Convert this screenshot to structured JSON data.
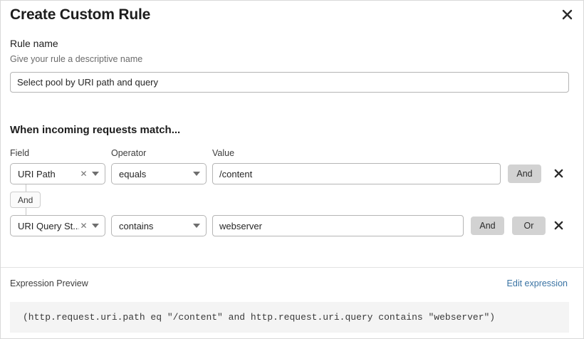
{
  "dialog": {
    "title": "Create Custom Rule",
    "close_icon": "close-icon"
  },
  "rule_name": {
    "label": "Rule name",
    "hint": "Give your rule a descriptive name",
    "value": "Select pool by URI path and query",
    "placeholder": "Rule name"
  },
  "conditions_section": {
    "heading": "When incoming requests match...",
    "columns": {
      "field": "Field",
      "operator": "Operator",
      "value": "Value"
    },
    "connector": {
      "label": "And"
    },
    "rows": [
      {
        "field": "URI Path",
        "field_clear_icon": "clear-icon",
        "field_caret_icon": "chevron-down-icon",
        "operator": "equals",
        "operator_caret_icon": "chevron-down-icon",
        "value": "/content",
        "value_placeholder": "Value",
        "logic_buttons": [
          "And"
        ],
        "delete_icon": "close-icon"
      },
      {
        "field": "URI Query St...",
        "field_clear_icon": "clear-icon",
        "field_caret_icon": "chevron-down-icon",
        "operator": "contains",
        "operator_caret_icon": "chevron-down-icon",
        "value": "webserver",
        "value_placeholder": "Value",
        "logic_buttons": [
          "And",
          "Or"
        ],
        "delete_icon": "close-icon"
      }
    ]
  },
  "expression_preview": {
    "label": "Expression Preview",
    "edit_link": "Edit expression",
    "expression": "(http.request.uri.path eq \"/content\" and http.request.uri.query contains \"webserver\")"
  },
  "colors": {
    "accent_link": "#3a73a3",
    "logic_button_bg": "#d2d2d2",
    "preview_bg": "#f4f4f4",
    "border": "#b5b5b5"
  }
}
